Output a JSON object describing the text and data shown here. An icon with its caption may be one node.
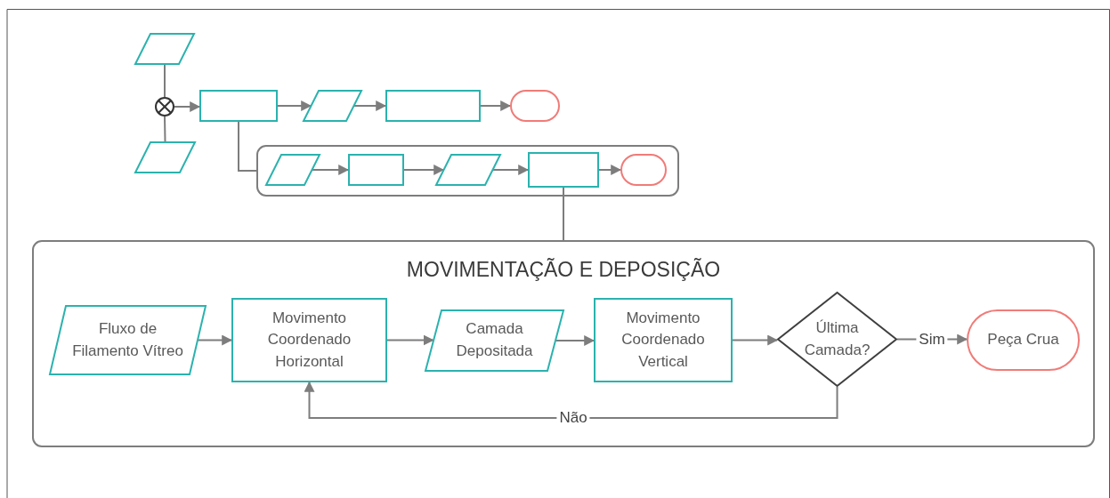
{
  "diagram": {
    "nodes": [
      {
        "text": [],
        "shape": "parallelogram"
      },
      {
        "text": [],
        "shape": "circle"
      },
      {
        "text": [],
        "shape": "parallelogram"
      },
      {
        "text": [],
        "shape": "box"
      },
      {
        "text": [],
        "shape": "parallelogram"
      },
      {
        "text": [],
        "shape": "box"
      },
      {
        "text": [],
        "shape": "oval"
      },
      {
        "text": [],
        "shape": "box"
      },
      {
        "text": [],
        "shape": "parallelogram",
        "in": 7
      },
      {
        "text": [],
        "shape": "box",
        "in": 7
      },
      {
        "text": [],
        "shape": "parallelogram",
        "in": 7
      },
      {
        "text": [],
        "shape": "box",
        "in": 7
      },
      {
        "text": [],
        "shape": "oval",
        "in": 7
      },
      {
        "text": [
          "MOVIMENTAÇÃO E DEPOSIÇÃO"
        ]
      },
      {
        "text": [
          "Fluxo de Filamento Vítreo"
        ],
        "in": 13
      },
      {
        "text": [
          "Movimento Coordenado Horizontal"
        ],
        "in": 13
      },
      {
        "text": [
          "Camada Depositada"
        ],
        "in": 13
      },
      {
        "text": [
          "Movimento Coordenado Vertical"
        ],
        "in": 13
      },
      {
        "text": [
          "Última Camada?"
        ],
        "in": 13
      },
      {
        "text": [
          "Peça Crua"
        ],
        "in": 13
      }
    ],
    "edges": [
      {
        "from": 0,
        "to": 1,
        "arrow": "none"
      },
      {
        "from": 2,
        "to": 1,
        "arrow": "none"
      },
      {
        "from": 1,
        "to": 3,
        "arrow": "to"
      },
      {
        "from": 3,
        "to": 4,
        "arrow": "to"
      },
      {
        "from": 4,
        "to": 5,
        "arrow": "to"
      },
      {
        "from": 5,
        "to": 6,
        "arrow": "to"
      },
      {
        "from": 3,
        "to": 7,
        "arrow": "none"
      },
      {
        "from": 8,
        "to": 9,
        "arrow": "to"
      },
      {
        "from": 9,
        "to": 10,
        "arrow": "to"
      },
      {
        "from": 10,
        "to": 11,
        "arrow": "to"
      },
      {
        "from": 11,
        "to": 12,
        "arrow": "to"
      },
      {
        "from": 11,
        "to": 13,
        "arrow": "none"
      },
      {
        "from": 14,
        "to": 15,
        "arrow": "to"
      },
      {
        "from": 15,
        "to": 16,
        "arrow": "to"
      },
      {
        "from": 16,
        "to": 17,
        "arrow": "to"
      },
      {
        "from": 17,
        "to": 18,
        "arrow": "to"
      },
      {
        "from": 18,
        "to": 19,
        "label": "Sim",
        "arrow": "to"
      },
      {
        "from": 18,
        "to": 15,
        "label": "Não",
        "arrow": "to"
      }
    ]
  }
}
